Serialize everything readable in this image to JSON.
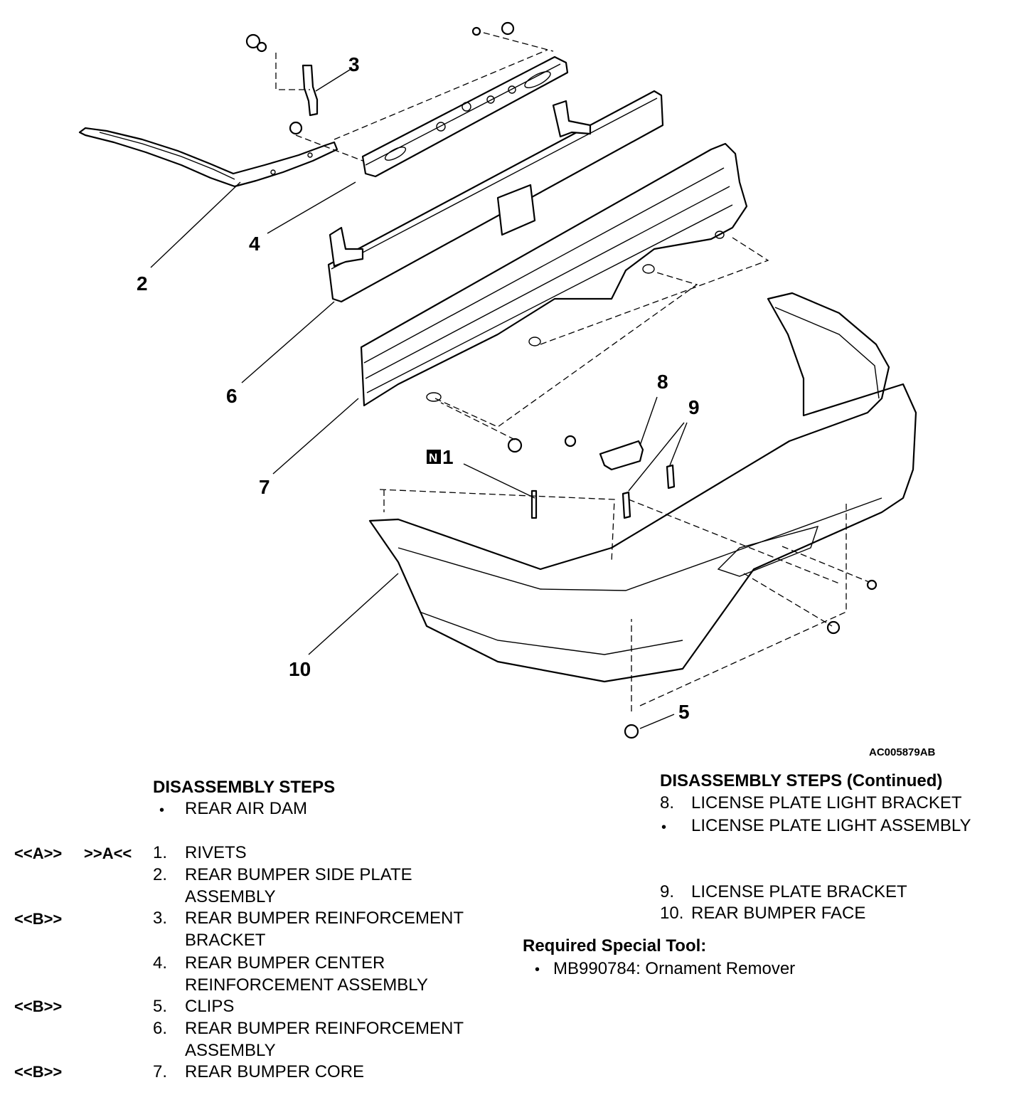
{
  "figure": {
    "id": "AC005879AB",
    "callouts": [
      "1",
      "2",
      "3",
      "4",
      "5",
      "6",
      "7",
      "8",
      "9",
      "10"
    ],
    "n_mark": "N"
  },
  "left_column": {
    "heading": "DISASSEMBLY STEPS",
    "rows": [
      {
        "refs_a": "",
        "refs_b": "",
        "num": "•",
        "label_lines": [
          "REAR AIR DAM"
        ]
      },
      {
        "refs_a": "<<A>>",
        "refs_b": ">>A<<",
        "num": "1.",
        "label_lines": [
          "RIVETS"
        ]
      },
      {
        "refs_a": "",
        "refs_b": "",
        "num": "2.",
        "label_lines": [
          "REAR BUMPER SIDE PLATE",
          "ASSEMBLY"
        ]
      },
      {
        "refs_a": "<<B>>",
        "refs_b": "",
        "num": "3.",
        "label_lines": [
          "REAR BUMPER REINFORCEMENT",
          "BRACKET"
        ]
      },
      {
        "refs_a": "",
        "refs_b": "",
        "num": "4.",
        "label_lines": [
          "REAR BUMPER CENTER",
          "REINFORCEMENT ASSEMBLY"
        ]
      },
      {
        "refs_a": "<<B>>",
        "refs_b": "",
        "num": "5.",
        "label_lines": [
          "CLIPS"
        ]
      },
      {
        "refs_a": "",
        "refs_b": "",
        "num": "6.",
        "label_lines": [
          "REAR BUMPER REINFORCEMENT",
          "ASSEMBLY"
        ]
      },
      {
        "refs_a": "<<B>>",
        "refs_b": "",
        "num": "7.",
        "label_lines": [
          "REAR BUMPER CORE"
        ]
      }
    ]
  },
  "right_column": {
    "heading": "DISASSEMBLY STEPS (Continued)",
    "rows": [
      {
        "num": "8.",
        "label": "LICENSE PLATE LIGHT BRACKET"
      },
      {
        "num": "•",
        "label": "LICENSE PLATE LIGHT ASSEMBLY"
      },
      {
        "num": "9.",
        "label": "LICENSE PLATE BRACKET"
      },
      {
        "num": "10.",
        "label": "REAR BUMPER FACE"
      }
    ],
    "tool_heading": "Required Special Tool:",
    "tool_item": "MB990784: Ornament Remover"
  }
}
